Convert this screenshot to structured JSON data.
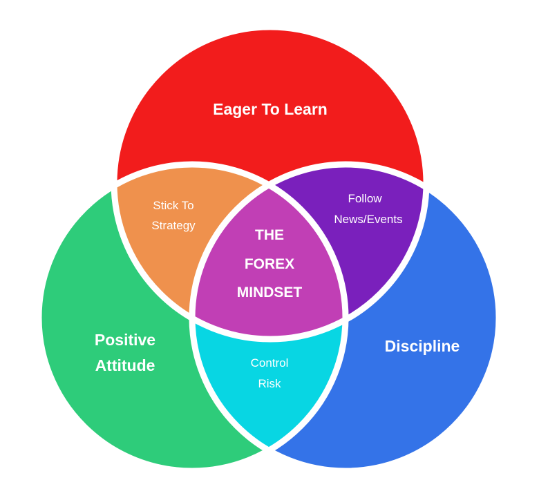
{
  "diagram": {
    "type": "venn",
    "center": {
      "lines": [
        "THE",
        "FOREX",
        "MINDSET"
      ],
      "color": "#C13FB5"
    },
    "circles": {
      "top": {
        "label": [
          "Eager To Learn"
        ],
        "color": "#F21C1C"
      },
      "left": {
        "label": [
          "Positive",
          "Attitude"
        ],
        "color": "#2ECC7A"
      },
      "right": {
        "label": [
          "Discipline"
        ],
        "color": "#3473E8"
      }
    },
    "overlaps": {
      "top_left": {
        "label": [
          "Stick To",
          "Strategy"
        ],
        "color": "#EF914D"
      },
      "top_right": {
        "label": [
          "Follow",
          "News/Events"
        ],
        "color": "#7A20BC"
      },
      "left_right": {
        "label": [
          "Control",
          "Risk"
        ],
        "color": "#08D6E3"
      }
    },
    "outline_color": "#ffffff"
  }
}
